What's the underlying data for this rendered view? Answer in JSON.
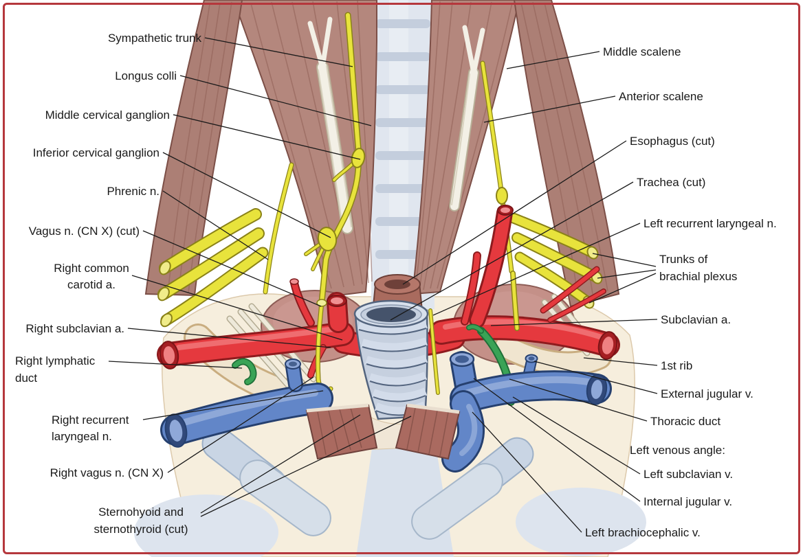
{
  "figure": {
    "type": "labeled anatomical diagram",
    "subject": "Root of the neck: muscles, nerves, vessels, trachea and esophagus (anterior view)"
  },
  "labels": {
    "left": [
      {
        "lines": [
          "Sympathetic trunk"
        ]
      },
      {
        "lines": [
          "Longus colli"
        ]
      },
      {
        "lines": [
          "Middle cervical ganglion"
        ]
      },
      {
        "lines": [
          "Inferior cervical ganglion"
        ]
      },
      {
        "lines": [
          "Phrenic n."
        ]
      },
      {
        "lines": [
          "Vagus n. (CN X) (cut)"
        ]
      },
      {
        "lines": [
          "Right common",
          "carotid a."
        ]
      },
      {
        "lines": [
          "Right subclavian a."
        ]
      },
      {
        "lines": [
          "Right lymphatic",
          "duct"
        ]
      },
      {
        "lines": [
          "Right recurrent",
          "laryngeal n."
        ]
      },
      {
        "lines": [
          "Right vagus n. (CN X)"
        ]
      },
      {
        "lines": [
          "Sternohyoid and",
          "sternothyroid (cut)"
        ]
      }
    ],
    "right": [
      {
        "lines": [
          "Middle scalene"
        ]
      },
      {
        "lines": [
          "Anterior scalene"
        ]
      },
      {
        "lines": [
          "Esophagus (cut)"
        ]
      },
      {
        "lines": [
          "Trachea (cut)"
        ]
      },
      {
        "lines": [
          "Left recurrent laryngeal n."
        ]
      },
      {
        "lines": [
          "Trunks of",
          "brachial plexus"
        ]
      },
      {
        "lines": [
          "Subclavian a."
        ]
      },
      {
        "lines": [
          "1st rib"
        ]
      },
      {
        "lines": [
          "External jugular v."
        ]
      },
      {
        "lines": [
          "Thoracic duct"
        ]
      },
      {
        "lines": [
          "Left venous angle:"
        ]
      },
      {
        "lines": [
          "Left subclavian v."
        ]
      },
      {
        "lines": [
          "Internal jugular v."
        ]
      },
      {
        "lines": [
          "Left brachiocephalic v."
        ]
      }
    ]
  },
  "colors": {
    "frame": "#b5373c",
    "label_text": "#1a1a1a",
    "leader_line": "#1a1a1a",
    "nerve_yellow": "#e8e33c",
    "artery_red": "#e5393e",
    "vein_blue": "#6286c8",
    "muscle_mauve": "#b4877d",
    "lymph_green": "#3aa356",
    "bone_cream": "#f0e5cf",
    "cartilage_blue_gray": "#c9d5e4",
    "trachea_blue_gray": "#c6d0df",
    "esophagus_brown": "#a96b5e",
    "background": "#ffffff"
  }
}
